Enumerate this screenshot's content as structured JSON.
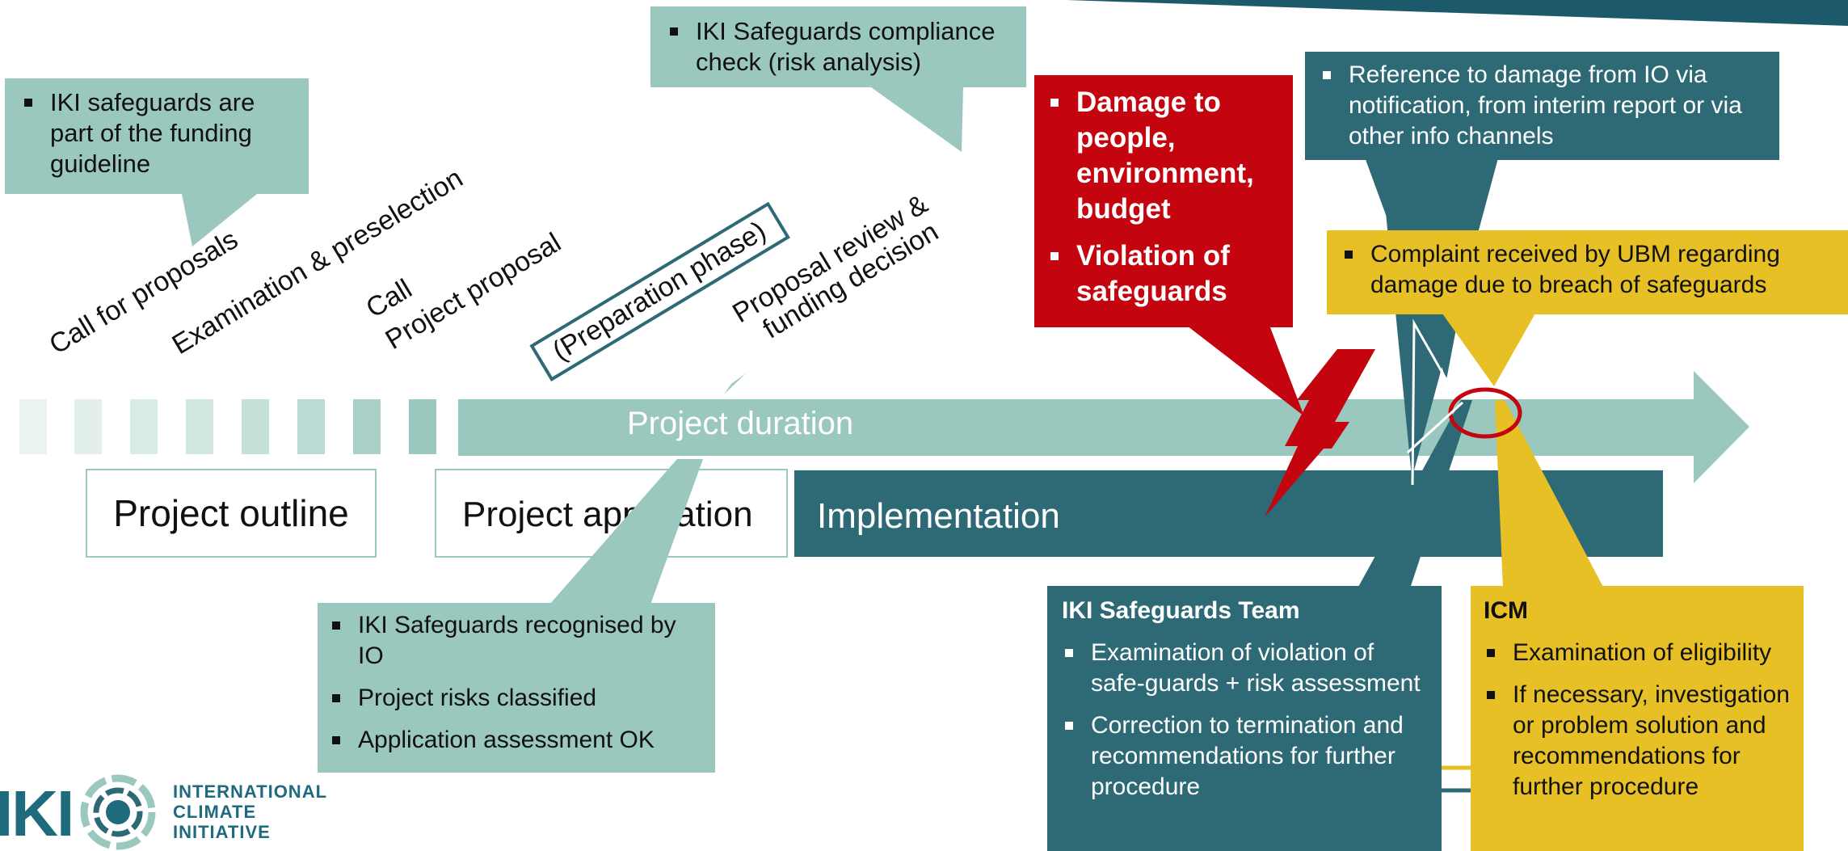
{
  "colors": {
    "light_teal": "#9bc8be",
    "dark_teal": "#2d6a75",
    "yellow": "#e6c024",
    "red": "#c40510"
  },
  "callouts": {
    "funding_guideline": [
      "IKI safeguards are part of the funding guideline"
    ],
    "compliance_check": [
      "IKI Safeguards compliance check (risk analysis)"
    ],
    "damage": [
      "Damage to people, environment, budget",
      "Violation of safeguards"
    ],
    "reference": [
      "Reference to damage from IO via notification, from interim report or via other info channels"
    ],
    "complaint": [
      "Complaint received by UBM regarding damage due to breach of safeguards"
    ],
    "recognised": [
      "IKI Safeguards recognised by IO",
      "Project risks classified",
      "Application assessment OK"
    ]
  },
  "timeline_labels": {
    "call_for_proposals": "Call for proposals",
    "examination": "Examination & preselection",
    "call": "Call",
    "project_proposal": "Project proposal",
    "preparation": "(Preparation phase)",
    "proposal_review_1": "Proposal review &",
    "proposal_review_2": "funding decision"
  },
  "arrow_label": "Project duration",
  "phases": {
    "outline": "Project outline",
    "application": "Project application",
    "implementation": "Implementation"
  },
  "safeguards_team": {
    "title": "IKI Safeguards Team",
    "items": [
      "Examination of violation of safe-guards + risk assessment",
      "Correction to termination and recommendations for further procedure"
    ]
  },
  "icm": {
    "title": "ICM",
    "items": [
      "Examination of eligibility",
      "If necessary, investigation or problem solution and recommendations for further procedure"
    ]
  },
  "logo": {
    "letters": "IKI",
    "line1": "INTERNATIONAL",
    "line2": "CLIMATE",
    "line3": "INITIATIVE"
  }
}
